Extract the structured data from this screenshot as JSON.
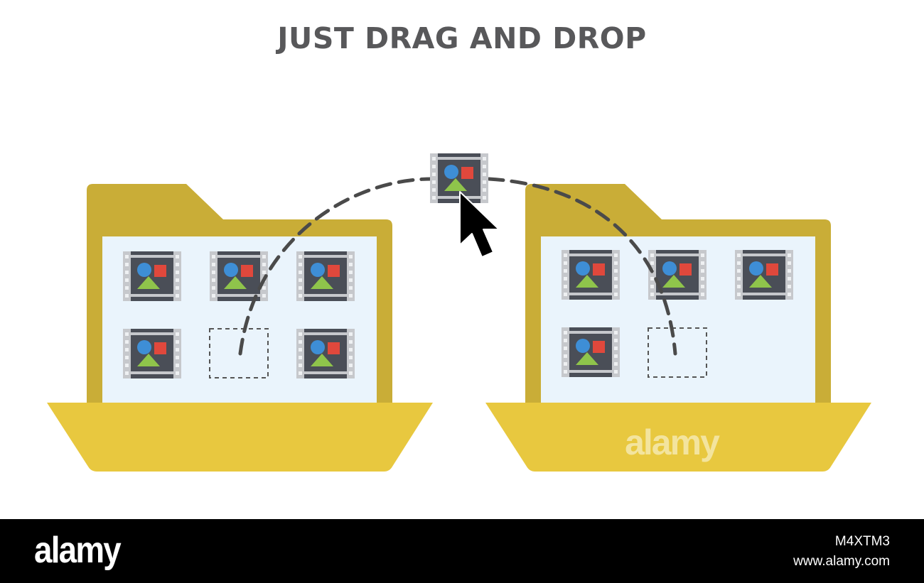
{
  "title": "JUST DRAG AND DROP",
  "watermark": {
    "logo_text": "alamy",
    "folder_overlay_text": "alamy",
    "image_code": "M4XTM3",
    "url": "www.alamy.com"
  },
  "colors": {
    "title": "#58585a",
    "folder_back": "#c9ad37",
    "folder_front": "#e8c83f",
    "folder_paper": "#eaf4fc",
    "file_frame": "#4a4e57",
    "file_strip": "#c6c8cc",
    "shape_circle": "#3e8ed6",
    "shape_square": "#e0483c",
    "shape_triangle": "#8fc44b",
    "drag_path": "#4a4a4a",
    "cursor": "#000000",
    "watermark_bar": "#000000"
  },
  "icons": {
    "file": "image-file-icon",
    "folder": "folder-icon",
    "cursor": "mouse-pointer-icon"
  },
  "folders": [
    {
      "name": "source-folder",
      "file_count": 5,
      "empty_slots": 1
    },
    {
      "name": "destination-folder",
      "file_count": 4,
      "empty_slots": 1
    }
  ]
}
